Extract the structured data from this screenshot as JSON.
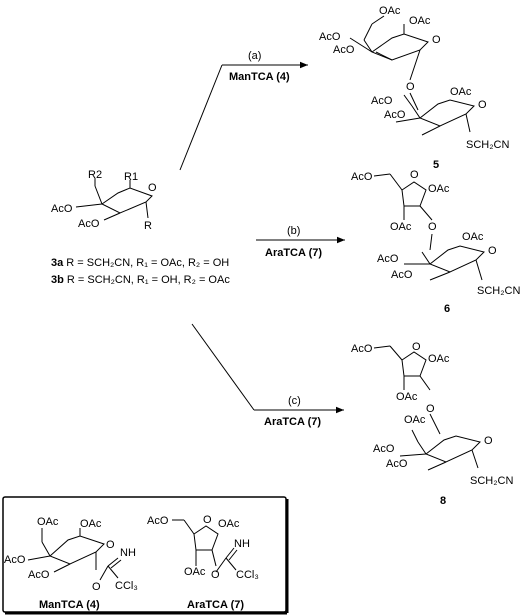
{
  "reactions": [
    {
      "step": "(a)",
      "reagent": "ManTCA (4)"
    },
    {
      "step": "(b)",
      "reagent": "AraTCA (7)"
    },
    {
      "step": "(c)",
      "reagent": "AraTCA (7)"
    }
  ],
  "start": {
    "labels": {
      "r2": "R2",
      "r1": "R1",
      "o": "O",
      "aco": "AcO",
      "aco2": "AcO",
      "r": "R"
    },
    "line_3a": {
      "id": "3a",
      "text": " R = SCH₂CN, R₁ = OAc, R₂ = OH"
    },
    "line_3b": {
      "id": "3b",
      "text": " R = SCH₂CN, R₁ = OH, R₂ = OAc"
    }
  },
  "product_5": {
    "id": "5",
    "labels": {
      "oac_top": "OAc",
      "oac1": "OAc",
      "aco1": "AcO",
      "aco2": "AcO",
      "o_ring": "O",
      "o_link": "O",
      "oac2": "OAc",
      "aco3": "AcO",
      "aco4": "AcO",
      "o_ring2": "O",
      "s": "SCH₂CN"
    }
  },
  "product_6": {
    "id": "6",
    "labels": {
      "aco_ch2": "AcO",
      "o_ring": "O",
      "oac1": "OAc",
      "oac2": "OAc",
      "o_link": "O",
      "oac3": "OAc",
      "o_ring2": "O",
      "aco1": "AcO",
      "aco2": "AcO",
      "s": "SCH₂CN"
    }
  },
  "product_8": {
    "id": "8",
    "labels": {
      "aco_ch2": "AcO",
      "o_ring": "O",
      "oac1": "OAc",
      "oac2": "OAc",
      "o_link": "O",
      "oac3": "OAc",
      "o_ring2": "O",
      "aco1": "AcO",
      "aco2": "AcO",
      "s": "SCH₂CN"
    }
  },
  "legend": {
    "mantca": {
      "name": "ManTCA (4)",
      "labels": {
        "oac1": "OAc",
        "oac2": "OAc",
        "aco1": "AcO",
        "aco2": "AcO",
        "o": "O",
        "nh": "NH",
        "o2": "O",
        "ccl3": "CCl₃"
      }
    },
    "aratca": {
      "name": "AraTCA (7)",
      "labels": {
        "aco": "AcO",
        "o": "O",
        "oac1": "OAc",
        "oac2": "OAc",
        "nh": "NH",
        "o2": "O",
        "ccl3": "CCl₃"
      }
    }
  }
}
